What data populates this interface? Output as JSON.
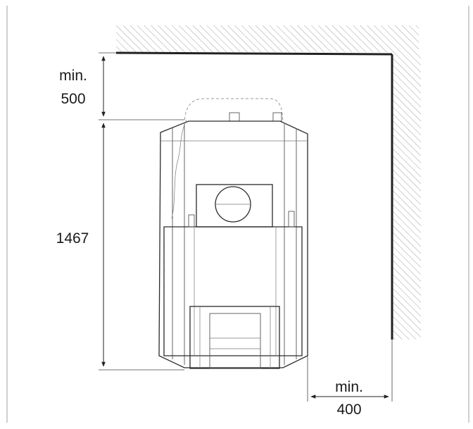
{
  "dimensions": {
    "top_clearance": {
      "prefix": "min.",
      "value": "500"
    },
    "height": {
      "value": "1467"
    },
    "side_clearance": {
      "prefix": "min.",
      "value": "400"
    }
  },
  "colors": {
    "line": "#2a2a2a",
    "hatch": "#8a8a8a",
    "background": "#ffffff"
  }
}
